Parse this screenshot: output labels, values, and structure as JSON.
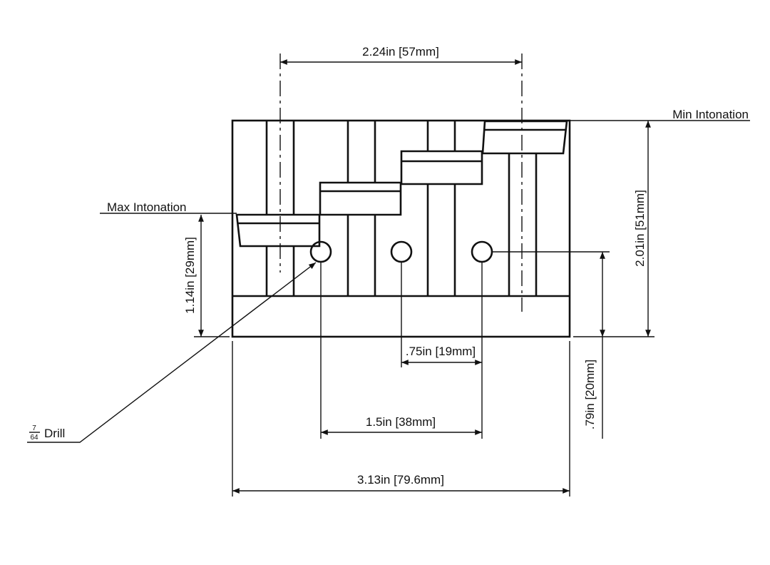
{
  "dimensions": {
    "top_span": "2.24in [57mm]",
    "min_intonation": "Min Intonation",
    "max_intonation": "Max Intonation",
    "overall_height": "2.01in [51mm]",
    "max_height": "1.14in [29mm]",
    "hole_spacing": ".75in [19mm]",
    "hole_span": "1.5in [38mm]",
    "hole_height": ".79in [20mm]",
    "overall_width": "3.13in [79.6mm]",
    "drill_num": "7",
    "drill_den": "64",
    "drill_label": "Drill"
  }
}
